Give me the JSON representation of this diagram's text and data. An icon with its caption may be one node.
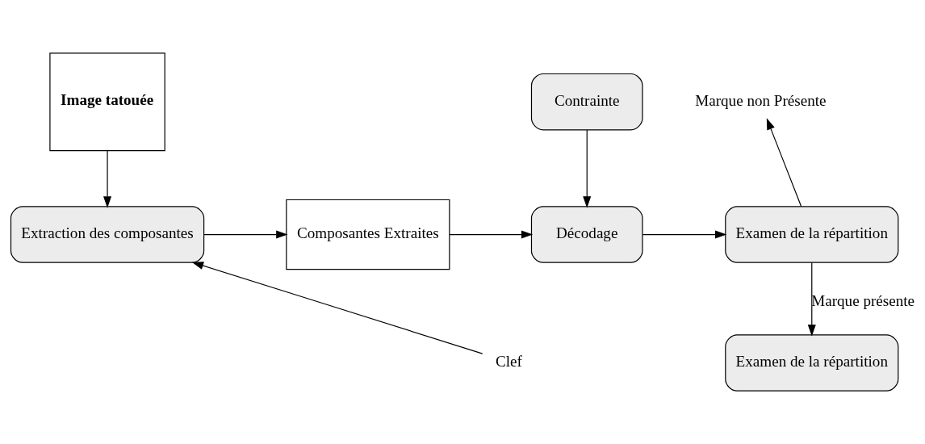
{
  "diagram": {
    "nodes": [
      {
        "text": [
          "Image tatouée"
        ]
      },
      {
        "text": [
          "Extraction des composantes"
        ]
      },
      {
        "text": [
          "Clef"
        ]
      },
      {
        "text": [
          "Composantes Extraites"
        ]
      },
      {
        "text": [
          "Contrainte"
        ]
      },
      {
        "text": [
          "Décodage"
        ]
      },
      {
        "text": [
          "Examen de la répartition"
        ]
      },
      {
        "text": [
          "Marque non Présente"
        ]
      },
      {
        "text": [
          "Examen de la répartition"
        ]
      }
    ],
    "edges": [
      {
        "from": 0,
        "to": 1,
        "arrow": "to"
      },
      {
        "from": 2,
        "to": 1,
        "arrow": "to"
      },
      {
        "from": 1,
        "to": 3,
        "arrow": "to"
      },
      {
        "from": 3,
        "to": 5,
        "arrow": "to"
      },
      {
        "from": 4,
        "to": 5,
        "arrow": "to"
      },
      {
        "from": 5,
        "to": 6,
        "arrow": "to"
      },
      {
        "from": 6,
        "to": 7,
        "arrow": "to"
      },
      {
        "from": 6,
        "to": 8,
        "arrow": "to",
        "label": "Marque présente"
      }
    ]
  }
}
